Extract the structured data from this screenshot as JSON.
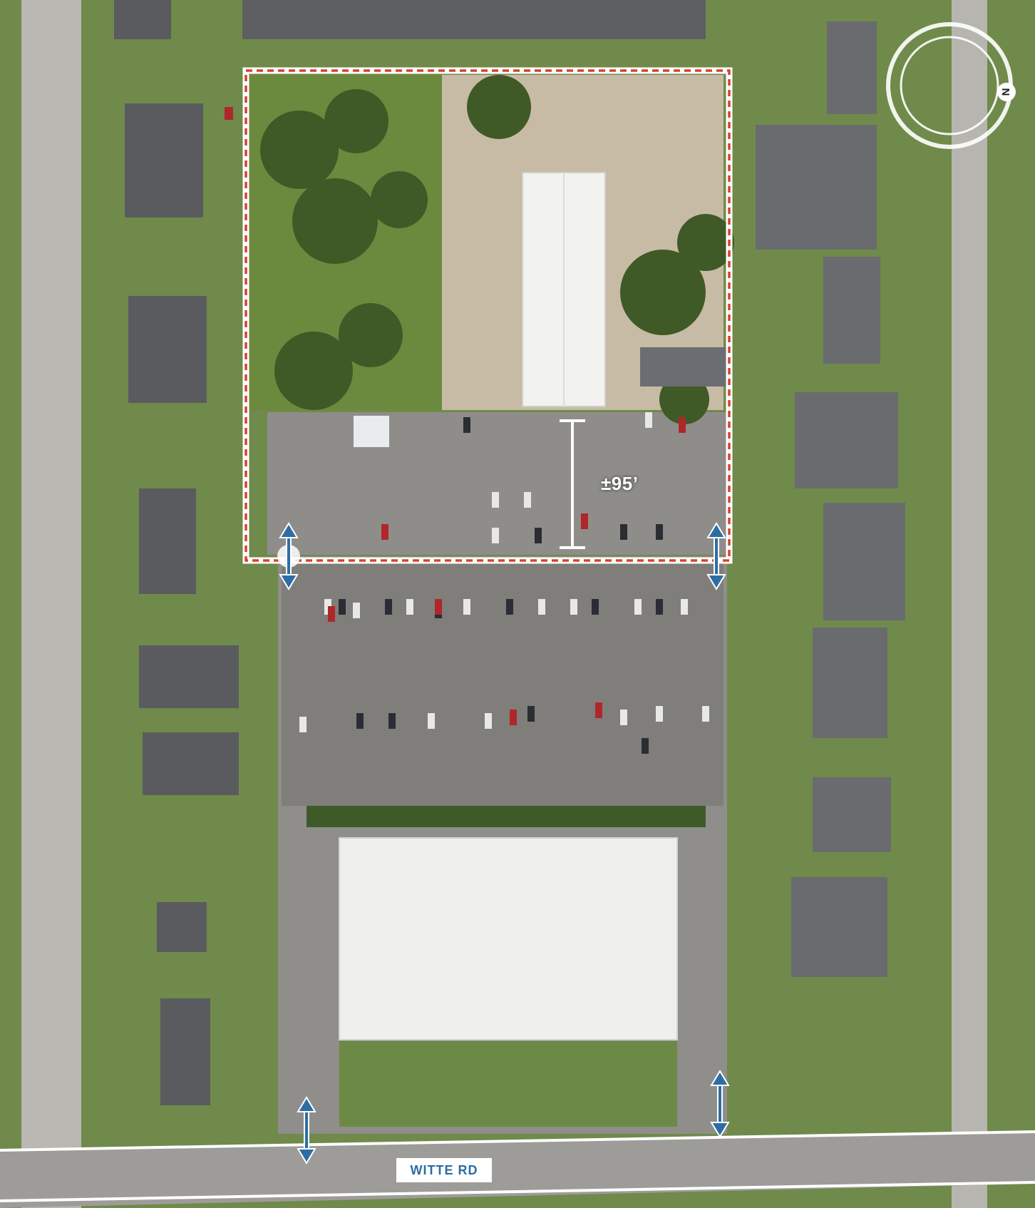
{
  "map": {
    "dimension_label": "±95’",
    "road_label": "WITTE RD",
    "compass": {
      "north_label": "N"
    },
    "boundary": {
      "stroke_color": "#ffffff",
      "dash_color": "#d9412b"
    },
    "access_arrow_color": "#2e6da4",
    "icons": [
      "compass-icon",
      "double-arrow-icon",
      "dimension-bracket-icon"
    ]
  }
}
